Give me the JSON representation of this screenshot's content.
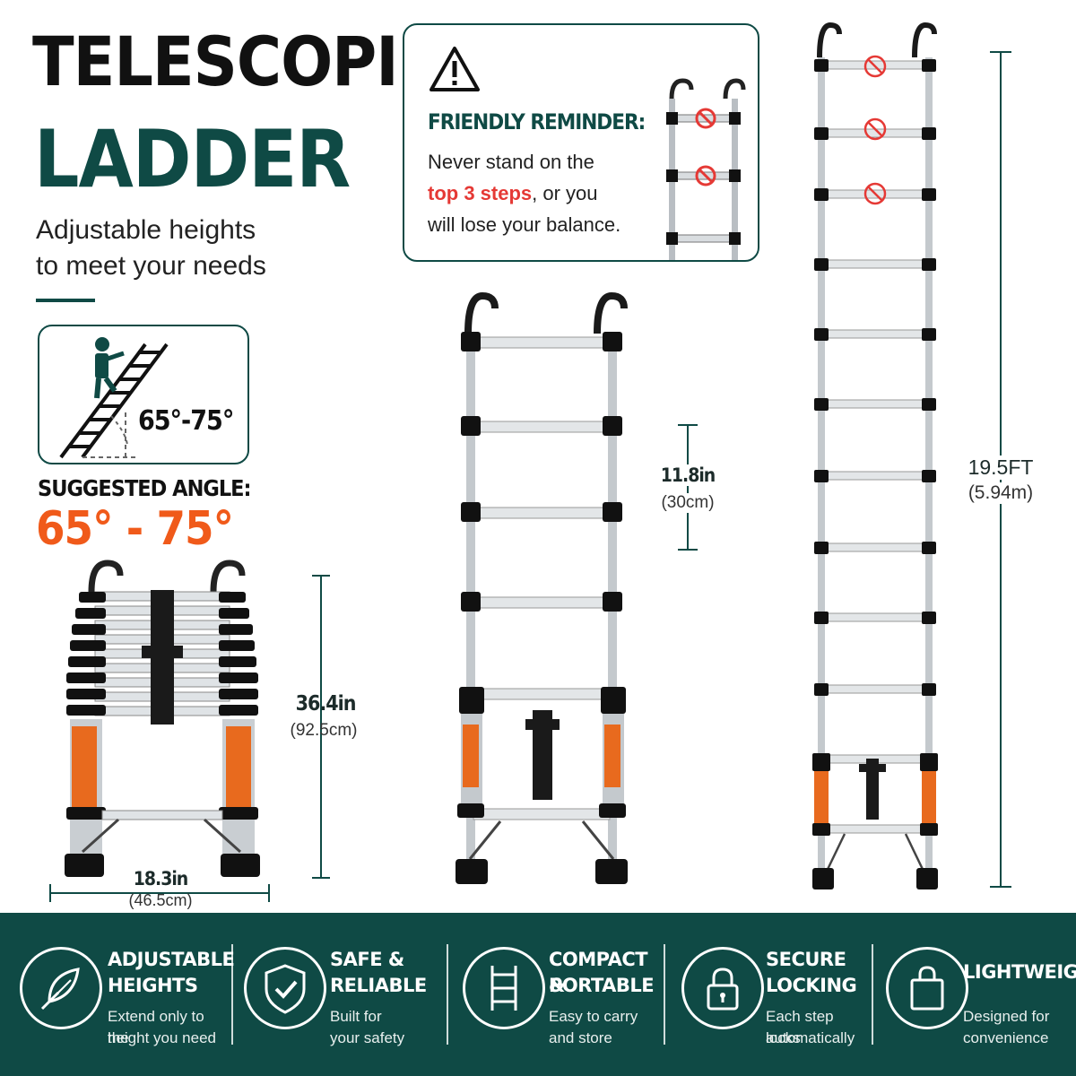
{
  "header": {
    "title_line1": "TELESCOPING",
    "title_line2": "LADDER",
    "subtitle_line1": "Adjustable heights",
    "subtitle_line2": "to meet your needs"
  },
  "reminder": {
    "heading": "FRIENDLY REMINDER:",
    "text_before": "Never stand on the",
    "highlight": "top 3 steps",
    "text_after_1": ", or you",
    "text_after_2": "will lose your balance."
  },
  "angle": {
    "icon_label": "65°-75°",
    "heading": "SUGGESTED ANGLE:",
    "value": "65° - 75°"
  },
  "dimensions": {
    "collapsed_height": "36.4in",
    "collapsed_height_metric": "(92.5cm)",
    "width": "18.3in",
    "width_metric": "(46.5cm)",
    "step_spacing": "11.8in",
    "step_spacing_metric": "(30cm)",
    "full_height": "19.5FT",
    "full_height_metric": "(5.94m)"
  },
  "features": [
    {
      "icon": "feather-icon",
      "title_1": "ADJUSTABLE",
      "title_2": "HEIGHTS",
      "desc_1": "Extend only to the",
      "desc_2": "height you need"
    },
    {
      "icon": "shield-check-icon",
      "title_1": "SAFE &",
      "title_2": "RELIABLE",
      "desc_1": "Built for",
      "desc_2": "your safety"
    },
    {
      "icon": "ladder-icon",
      "title_1": "COMPACT &",
      "title_2": "PORTABLE",
      "desc_1": "Easy to carry",
      "desc_2": "and store"
    },
    {
      "icon": "padlock-icon",
      "title_1": "SECURE",
      "title_2": "LOCKING",
      "desc_1": "Each step locks",
      "desc_2": "automatically"
    },
    {
      "icon": "shopping-bag-icon",
      "title_1": "LIGHTWEIGHT",
      "title_2": "",
      "desc_1": "Designed for",
      "desc_2": "convenience"
    }
  ],
  "colors": {
    "brand_teal": "#0f4a45",
    "accent_orange": "#f05a1a",
    "warning_red": "#e53935"
  }
}
